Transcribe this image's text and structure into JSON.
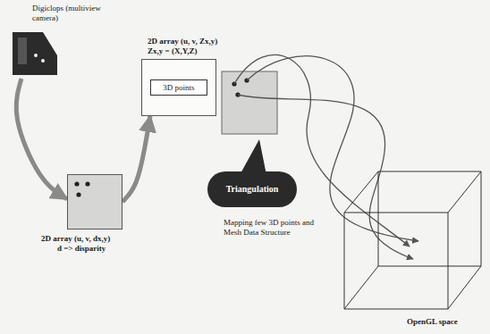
{
  "diagram": {
    "nodes": [
      {
        "text": [
          "Digiclops (multiview camera)"
        ]
      },
      {
        "text": [
          "2D array (u, v, Zx,y)",
          "Zx,y = (X,Y,Z)"
        ]
      },
      {
        "text": [
          "3D points"
        ],
        "in": 1
      },
      {
        "text": [
          "2D array (u, v, dx,y)",
          "d => disparity"
        ]
      },
      {
        "text": [
          "Triangulation"
        ]
      },
      {
        "text": [
          "OpenGL space"
        ]
      }
    ],
    "edges": [
      {
        "from": 0,
        "to": 3,
        "arrow": "to"
      },
      {
        "from": 3,
        "to": 1,
        "arrow": "to"
      }
    ],
    "labels": [
      "Mapping few 3D points and Mesh Data Structure"
    ]
  }
}
